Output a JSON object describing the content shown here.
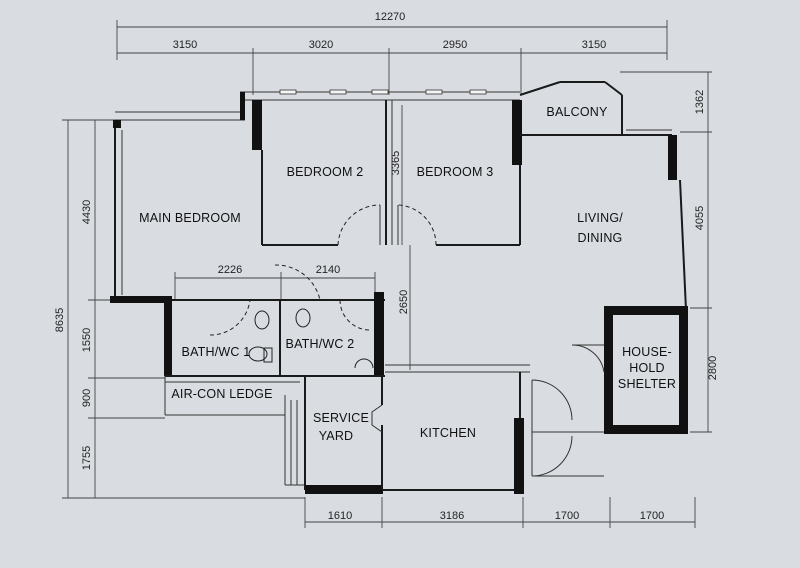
{
  "dimensions": {
    "overall_width": "12270",
    "top": [
      "3150",
      "3020",
      "2950",
      "3150"
    ],
    "bottom": [
      "1610",
      "3186",
      "1700",
      "1700"
    ],
    "left_total": "8635",
    "left": [
      "4430",
      "1550",
      "900",
      "1755"
    ],
    "right": [
      "1362",
      "4055",
      "2800"
    ],
    "bath": [
      "2226",
      "2140"
    ],
    "bedroom3_vertical": "3365",
    "corridor_vertical": "2650"
  },
  "rooms": {
    "main_bedroom": "MAIN BEDROOM",
    "bedroom2": "BEDROOM 2",
    "bedroom3": "BEDROOM 3",
    "balcony": "BALCONY",
    "living_line1": "LIVING/",
    "living_line2": "DINING",
    "bath1": "BATH/WC 1",
    "bath2": "BATH/WC 2",
    "aircon": "AIR-CON LEDGE",
    "service_line1": "SERVICE",
    "service_line2": "YARD",
    "kitchen": "KITCHEN",
    "shelter_line1": "HOUSE-",
    "shelter_line2": "HOLD",
    "shelter_line3": "SHELTER"
  }
}
